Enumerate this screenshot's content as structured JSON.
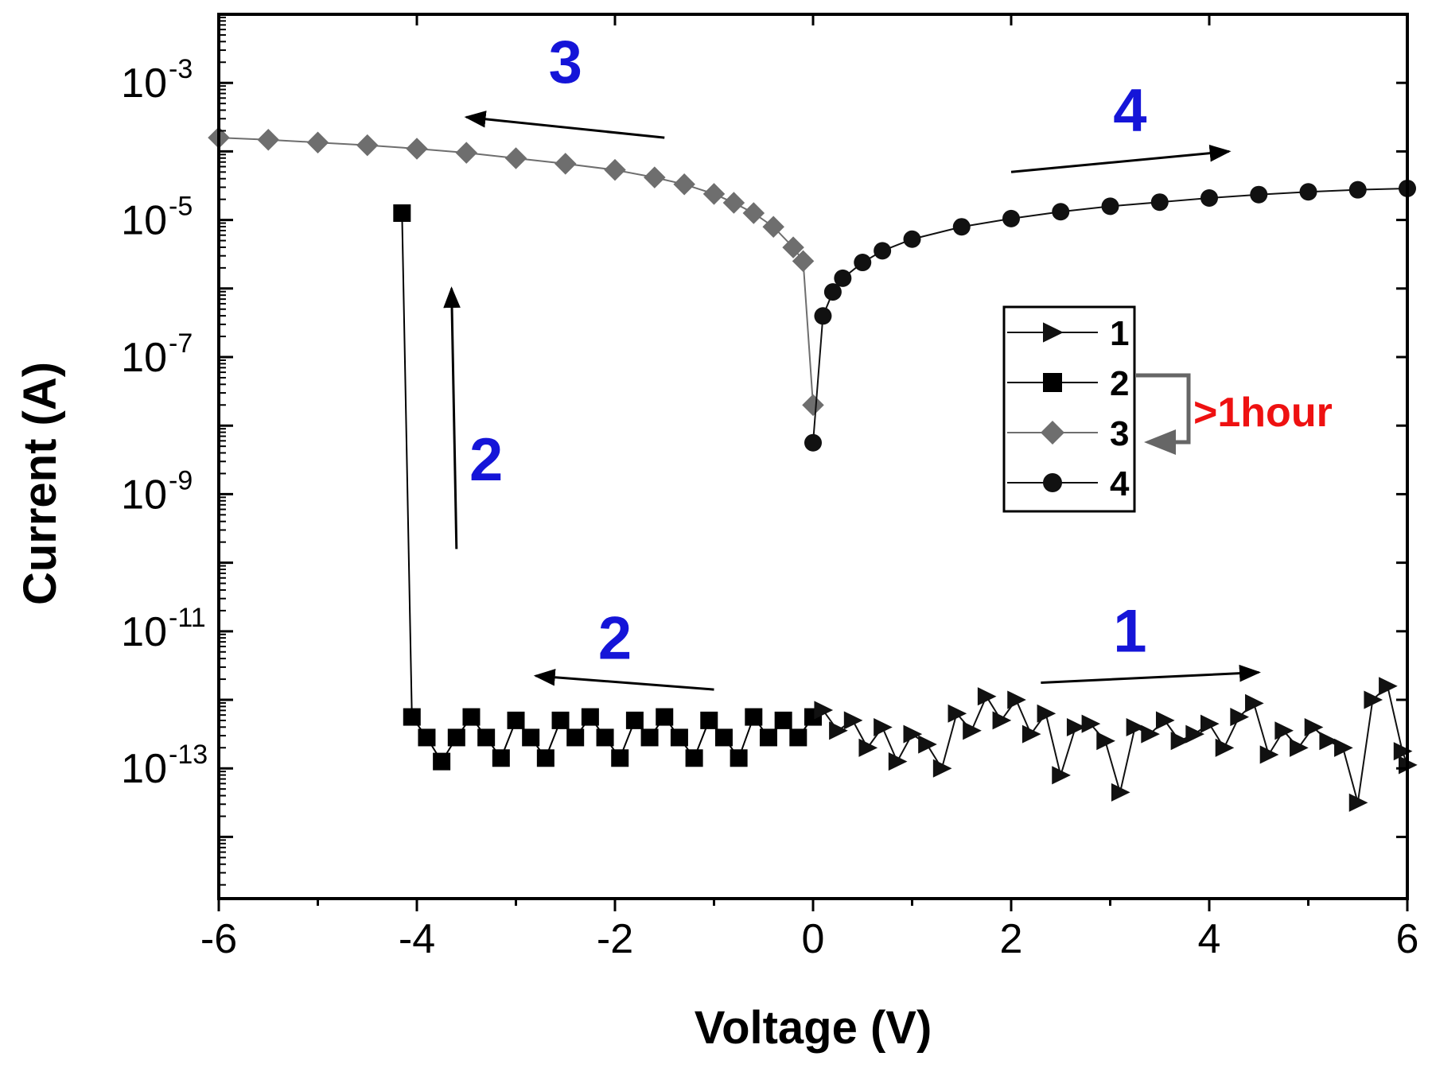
{
  "chart_data": {
    "type": "scatter",
    "title": "",
    "xlabel": "Voltage (V)",
    "ylabel": "Current (A)",
    "xlim": [
      -6,
      6
    ],
    "ylim_log10": [
      -14.9,
      -2.0
    ],
    "yscale": "log",
    "grid": false,
    "legend_position": "center-right",
    "x_ticks": [
      "-6",
      "-4",
      "-2",
      "0",
      "2",
      "4",
      "6"
    ],
    "y_ticks": [
      {
        "base": "10",
        "exp": "-3",
        "log": -3
      },
      {
        "base": "10",
        "exp": "-5",
        "log": -5
      },
      {
        "base": "10",
        "exp": "-7",
        "log": -7
      },
      {
        "base": "10",
        "exp": "-9",
        "log": -9
      },
      {
        "base": "10",
        "exp": "-11",
        "log": -11
      },
      {
        "base": "10",
        "exp": "-13",
        "log": -13
      }
    ],
    "series": [
      {
        "name": "1",
        "marker": "triangle-right",
        "color": "#111111",
        "points": [
          [
            0.1,
            -12.15
          ],
          [
            0.25,
            -12.45
          ],
          [
            0.4,
            -12.3
          ],
          [
            0.55,
            -12.7
          ],
          [
            0.7,
            -12.4
          ],
          [
            0.85,
            -12.9
          ],
          [
            1.0,
            -12.5
          ],
          [
            1.15,
            -12.65
          ],
          [
            1.3,
            -13.0
          ],
          [
            1.45,
            -12.2
          ],
          [
            1.6,
            -12.45
          ],
          [
            1.75,
            -11.95
          ],
          [
            1.9,
            -12.3
          ],
          [
            2.05,
            -12.0
          ],
          [
            2.2,
            -12.5
          ],
          [
            2.35,
            -12.2
          ],
          [
            2.5,
            -13.1
          ],
          [
            2.65,
            -12.4
          ],
          [
            2.8,
            -12.35
          ],
          [
            2.95,
            -12.6
          ],
          [
            3.1,
            -13.35
          ],
          [
            3.25,
            -12.4
          ],
          [
            3.4,
            -12.5
          ],
          [
            3.55,
            -12.3
          ],
          [
            3.7,
            -12.6
          ],
          [
            3.85,
            -12.5
          ],
          [
            4.0,
            -12.35
          ],
          [
            4.15,
            -12.7
          ],
          [
            4.3,
            -12.25
          ],
          [
            4.45,
            -12.05
          ],
          [
            4.6,
            -12.8
          ],
          [
            4.75,
            -12.45
          ],
          [
            4.9,
            -12.7
          ],
          [
            5.05,
            -12.4
          ],
          [
            5.2,
            -12.6
          ],
          [
            5.35,
            -12.7
          ],
          [
            5.5,
            -13.5
          ],
          [
            5.65,
            -12.0
          ],
          [
            5.8,
            -11.8
          ],
          [
            5.95,
            -12.75
          ],
          [
            6.0,
            -12.95
          ]
        ]
      },
      {
        "name": "2",
        "marker": "square",
        "color": "#000000",
        "points": [
          [
            0.0,
            -12.25
          ],
          [
            -0.15,
            -12.55
          ],
          [
            -0.3,
            -12.3
          ],
          [
            -0.45,
            -12.55
          ],
          [
            -0.6,
            -12.25
          ],
          [
            -0.75,
            -12.85
          ],
          [
            -0.9,
            -12.55
          ],
          [
            -1.05,
            -12.3
          ],
          [
            -1.2,
            -12.85
          ],
          [
            -1.35,
            -12.55
          ],
          [
            -1.5,
            -12.25
          ],
          [
            -1.65,
            -12.55
          ],
          [
            -1.8,
            -12.3
          ],
          [
            -1.95,
            -12.85
          ],
          [
            -2.1,
            -12.55
          ],
          [
            -2.25,
            -12.25
          ],
          [
            -2.4,
            -12.55
          ],
          [
            -2.55,
            -12.3
          ],
          [
            -2.7,
            -12.85
          ],
          [
            -2.85,
            -12.55
          ],
          [
            -3.0,
            -12.3
          ],
          [
            -3.15,
            -12.85
          ],
          [
            -3.3,
            -12.55
          ],
          [
            -3.45,
            -12.25
          ],
          [
            -3.6,
            -12.55
          ],
          [
            -3.75,
            -12.9
          ],
          [
            -3.9,
            -12.55
          ],
          [
            -4.05,
            -12.25
          ],
          [
            -4.15,
            -4.9
          ]
        ]
      },
      {
        "name": "3",
        "marker": "diamond",
        "color": "#6e6e6e",
        "points": [
          [
            0.0,
            -7.7
          ],
          [
            -0.1,
            -5.6
          ],
          [
            -0.2,
            -5.4
          ],
          [
            -0.4,
            -5.1
          ],
          [
            -0.6,
            -4.9
          ],
          [
            -0.8,
            -4.75
          ],
          [
            -1.0,
            -4.62
          ],
          [
            -1.3,
            -4.48
          ],
          [
            -1.6,
            -4.38
          ],
          [
            -2.0,
            -4.27
          ],
          [
            -2.5,
            -4.18
          ],
          [
            -3.0,
            -4.1
          ],
          [
            -3.5,
            -4.02
          ],
          [
            -4.0,
            -3.96
          ],
          [
            -4.5,
            -3.91
          ],
          [
            -5.0,
            -3.87
          ],
          [
            -5.5,
            -3.83
          ],
          [
            -6.0,
            -3.8
          ]
        ]
      },
      {
        "name": "4",
        "marker": "circle",
        "color": "#111111",
        "points": [
          [
            0.0,
            -8.25
          ],
          [
            0.1,
            -6.4
          ],
          [
            0.2,
            -6.05
          ],
          [
            0.3,
            -5.85
          ],
          [
            0.5,
            -5.62
          ],
          [
            0.7,
            -5.45
          ],
          [
            1.0,
            -5.28
          ],
          [
            1.5,
            -5.1
          ],
          [
            2.0,
            -4.98
          ],
          [
            2.5,
            -4.88
          ],
          [
            3.0,
            -4.8
          ],
          [
            3.5,
            -4.74
          ],
          [
            4.0,
            -4.68
          ],
          [
            4.5,
            -4.63
          ],
          [
            5.0,
            -4.59
          ],
          [
            5.5,
            -4.56
          ],
          [
            6.0,
            -4.54
          ]
        ]
      }
    ],
    "annotations": [
      {
        "text": "3",
        "x": -2.5,
        "log": -3.0,
        "color": "#1515d8",
        "arrow_from": [
          -1.5,
          -3.8
        ],
        "arrow_to": [
          -3.5,
          -3.5
        ]
      },
      {
        "text": "4",
        "x": 3.2,
        "log": -3.7,
        "color": "#1515d8",
        "arrow_from": [
          2.0,
          -4.3
        ],
        "arrow_to": [
          4.2,
          -4.0
        ]
      },
      {
        "text": "2",
        "x": -3.3,
        "log": -8.8,
        "color": "#1515d8",
        "arrow_from": [
          -3.6,
          -9.8
        ],
        "arrow_to": [
          -3.65,
          -6.0
        ]
      },
      {
        "text": "2",
        "x": -2.0,
        "log": -11.4,
        "color": "#1515d8",
        "arrow_from": [
          -1.0,
          -11.85
        ],
        "arrow_to": [
          -2.8,
          -11.65
        ]
      },
      {
        "text": "1",
        "x": 3.2,
        "log": -11.3,
        "color": "#1515d8",
        "arrow_from": [
          2.3,
          -11.75
        ],
        "arrow_to": [
          4.5,
          -11.6
        ]
      }
    ],
    "note": {
      "text": ">1hour",
      "color": "#ee1111"
    }
  }
}
